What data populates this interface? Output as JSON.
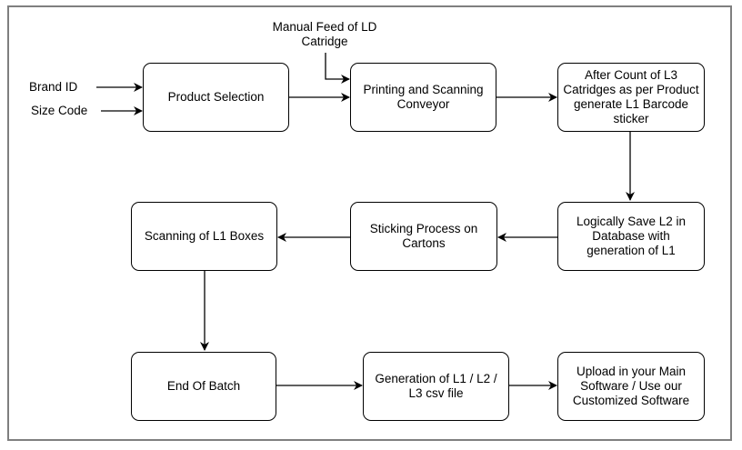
{
  "diagram": {
    "inputs": {
      "brand_id": "Brand ID",
      "size_code": "Size Code",
      "manual_feed": "Manual Feed of LD Catridge"
    },
    "boxes": {
      "product_selection": "Product Selection",
      "printing_conveyor": "Printing and Scanning Conveyor",
      "after_count": "After Count of L3 Catridges as per Product generate L1 Barcode sticker",
      "logically_save": "Logically Save L2 in Database with generation of L1",
      "sticking_process": "Sticking Process on Cartons",
      "scanning_l1": "Scanning of L1 Boxes",
      "end_of_batch": "End Of Batch",
      "generation_csv": "Generation of L1 / L2 / L3 csv file",
      "upload": "Upload in your Main Software / Use our Customized Software"
    }
  }
}
